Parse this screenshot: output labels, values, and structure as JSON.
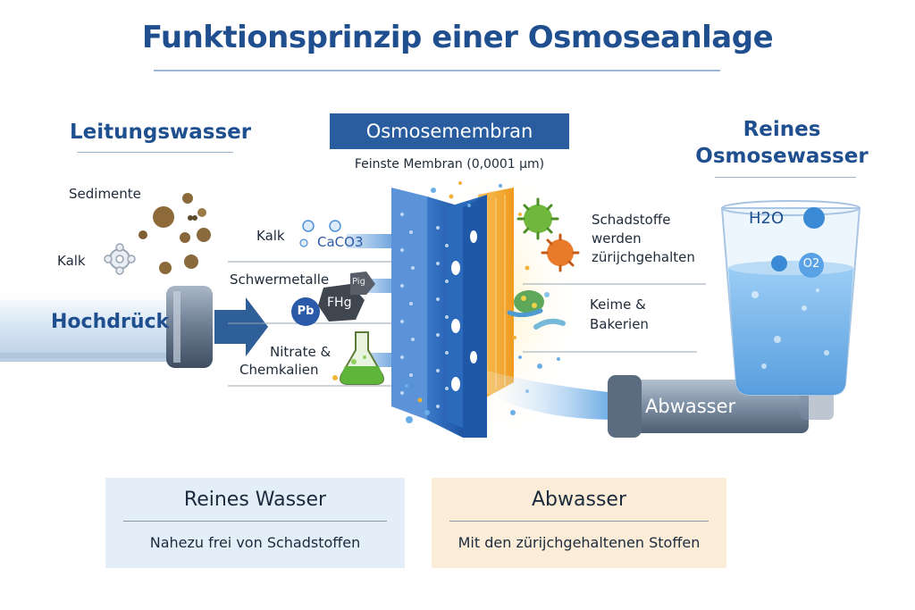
{
  "title": "Funktionsprinzip einer Osmoseanlage",
  "left": {
    "heading": "Leitungswasser",
    "sediment_label": "Sedimente",
    "kalk_label": "Kalk",
    "pipe_label": "Hochdrück"
  },
  "membrane": {
    "heading": "Osmosemembran",
    "subheading": "Feinste Membran (0,0001 µm)"
  },
  "inputs": {
    "kalk_label": "Kalk",
    "kalk_formula": "CaCO3",
    "heavy_metals_label": "Schwermetalle",
    "pb_label": "Pb",
    "hg_label": "FHg",
    "hg_small_label": "Pig",
    "nitrate_label_line1": "Nitrate &",
    "nitrate_label_line2": "Chemkalien"
  },
  "retained": {
    "pollutants_line1": "Schadstoffe",
    "pollutants_line2": "werden",
    "pollutants_line3": "zürijchgehalten",
    "germs_line1": "Keime &",
    "germs_line2": "Bakerien"
  },
  "right": {
    "heading_line1": "Reines",
    "heading_line2": "Osmosewasser",
    "h2o_label": "H2O",
    "o2_label": "O2",
    "waste_pipe_label": "Abwasser"
  },
  "bottom": {
    "pure": {
      "title": "Reines Wasser",
      "subtitle": "Nahezu frei von Schadstoffen"
    },
    "waste": {
      "title": "Abwasser",
      "subtitle": "Mit den zürijchgehaltenen Stoffen"
    }
  },
  "colors": {
    "title_blue": "#1f4f8f",
    "membrane_blue": "#2a5d9f",
    "water_blue": "#5aa2e6",
    "filter_orange": "#f2a22a",
    "box_blue": "#e4eef8",
    "box_orange": "#fbecd7"
  }
}
